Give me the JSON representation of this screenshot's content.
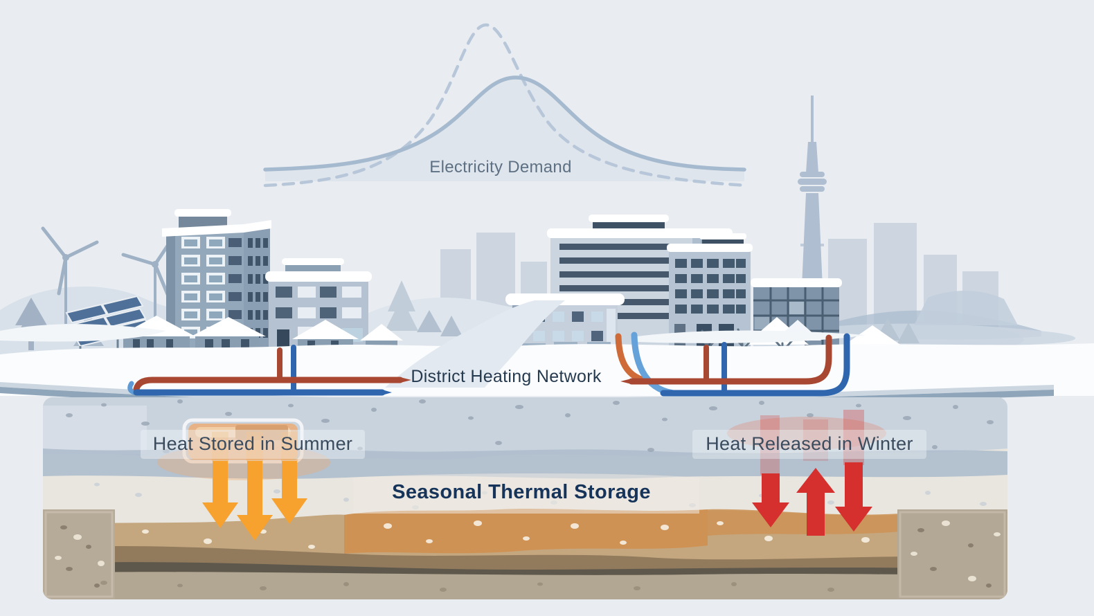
{
  "figure": {
    "type": "infographic-illustration",
    "theme": "Seasonal thermal storage connected to a district heating network in a snowy city"
  },
  "labels": {
    "electricity_demand": "Electricity Demand",
    "district_heating_network": "District Heating Network",
    "heat_stored_summer": "Heat Stored in Summer",
    "heat_released_winter": "Heat Released in Winter",
    "seasonal_thermal_storage": "Seasonal Thermal Storage"
  },
  "electricity_demand_curve": {
    "label": "Electricity Demand",
    "solid_curve_shape": "broad low peak",
    "dashed_curve_shape": "narrow high peak",
    "solid_color": "#A6BACF",
    "dashed_color": "#B7C7D9"
  },
  "heat_flows": {
    "summer_arrows": {
      "direction": "down",
      "count": 3,
      "color": "#F7A12F"
    },
    "winter_arrows": {
      "directions": [
        "down",
        "up",
        "down"
      ],
      "count": 3,
      "color": "#D6302E"
    }
  },
  "colors": {
    "background": "#E9EDF2",
    "snow": "#FBFCFE",
    "surface_line": "#8FA5B9",
    "pipe_hot": "#A84832",
    "pipe_hot_bright": "#CE6B38",
    "pipe_cold": "#2F66AE",
    "pipe_cold_light": "#66A2DA",
    "arrow_summer_orange": "#F7A12F",
    "arrow_winter_red": "#D6302E",
    "label_slate": "#3A4B5E",
    "label_navy": "#16345A",
    "label_gray": "#5E7083",
    "frost_layer": "#C9D3DE",
    "clay_band": "#AEBCCC",
    "cream_layer": "#E9E6DF",
    "soil_tan": "#C4A77F",
    "soil_orange": "#CF9255",
    "soil_brown": "#927B5C",
    "bedrock_block": "#B6AA99",
    "storage_tank": "#E6B286"
  },
  "icons": [
    "wind-turbine-icon",
    "solar-panel-icon",
    "evergreen-tree-icon",
    "bare-tree-icon",
    "apartment-building-icon",
    "office-building-icon",
    "glass-building-icon",
    "house-icon",
    "cn-tower-icon",
    "city-skyline-icon",
    "district-heating-pipes-icon",
    "heat-down-arrow-icon",
    "heat-up-arrow-icon",
    "storage-tank-icon",
    "demand-curve-icon"
  ]
}
